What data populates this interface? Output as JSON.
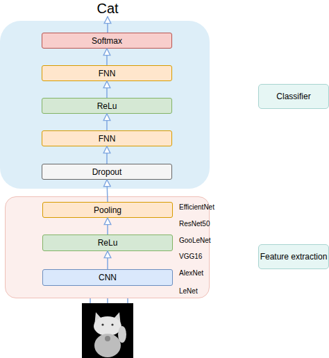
{
  "diagram": {
    "nodes": [
      {
        "text": [
          "Softmax"
        ]
      },
      {
        "text": [
          "FNN"
        ]
      },
      {
        "text": [
          "ReLu"
        ]
      },
      {
        "text": [
          "FNN"
        ]
      },
      {
        "text": [
          "Dropout"
        ]
      },
      {
        "text": [
          "EfficientNet",
          "ResNet50",
          "GooLeNet",
          "VGG16",
          "AlexNet",
          "LeNet"
        ]
      },
      {
        "text": [
          "Pooling"
        ],
        "in": 5
      },
      {
        "text": [
          "ReLu"
        ],
        "in": 5
      },
      {
        "text": [
          "CNN"
        ],
        "in": 5
      },
      {
        "text": [
          "Classifier"
        ]
      },
      {
        "text": [
          "Feature extraction"
        ]
      }
    ],
    "edges": [
      {
        "from": 8,
        "to": 7,
        "arrow": "to"
      },
      {
        "from": 7,
        "to": 6,
        "arrow": "to"
      },
      {
        "from": 6,
        "to": 4,
        "arrow": "to"
      },
      {
        "from": 4,
        "to": 3,
        "arrow": "to"
      },
      {
        "from": 3,
        "to": 2,
        "arrow": "to"
      },
      {
        "from": 2,
        "to": 1,
        "arrow": "to"
      },
      {
        "from": 1,
        "to": 0,
        "arrow": "to"
      }
    ],
    "labels": [
      "Cat"
    ]
  }
}
